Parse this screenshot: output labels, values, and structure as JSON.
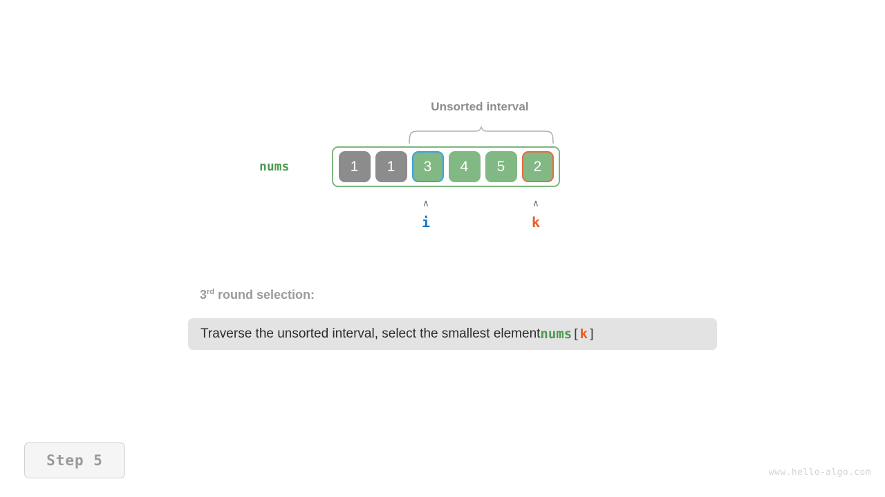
{
  "interval": {
    "title": "Unsorted interval",
    "brace_color": "#b0b0b0"
  },
  "array": {
    "label": "nums",
    "label_color": "#4e9a53",
    "container_border_color": "#7ab77e",
    "cells": [
      {
        "value": "1",
        "state": "sorted"
      },
      {
        "value": "1",
        "state": "sorted"
      },
      {
        "value": "3",
        "state": "pointer-i"
      },
      {
        "value": "4",
        "state": "unsorted"
      },
      {
        "value": "5",
        "state": "unsorted"
      },
      {
        "value": "2",
        "state": "pointer-k"
      }
    ],
    "colors": {
      "sorted": "#8c8c8c",
      "unsorted": "#81b883",
      "i_border": "#3f9ee4",
      "k_border": "#ec6a3c"
    }
  },
  "pointers": [
    {
      "name": "i",
      "caret": "∧",
      "label": "i",
      "color": "#1778c6"
    },
    {
      "name": "k",
      "caret": "∧",
      "label": "k",
      "color": "#ec5a21"
    }
  ],
  "round": {
    "number": "3",
    "ordinal_suffix": "rd",
    "text": " round selection:"
  },
  "caption": {
    "text_before": "Traverse the unsorted interval, select the smallest element ",
    "code_var": "nums",
    "bracket_open": "[",
    "code_index": "k",
    "bracket_close": "]",
    "background": "#e3e3e3"
  },
  "step_button": {
    "label": "Step 5"
  },
  "watermark": {
    "text": "www.hello-algo.com"
  }
}
